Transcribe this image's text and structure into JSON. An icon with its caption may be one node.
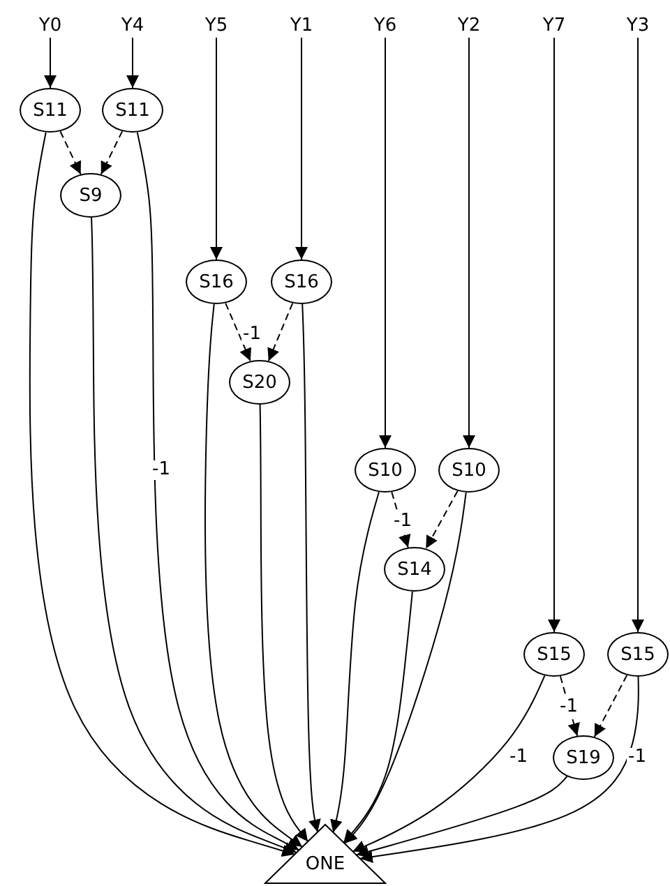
{
  "diagram": {
    "nodes": [
      {
        "text": [
          "Y0"
        ]
      },
      {
        "text": [
          "Y4"
        ]
      },
      {
        "text": [
          "Y5"
        ]
      },
      {
        "text": [
          "Y1"
        ]
      },
      {
        "text": [
          "Y6"
        ]
      },
      {
        "text": [
          "Y2"
        ]
      },
      {
        "text": [
          "Y7"
        ]
      },
      {
        "text": [
          "Y3"
        ]
      },
      {
        "text": [
          "S11"
        ]
      },
      {
        "text": [
          "S11"
        ]
      },
      {
        "text": [
          "S9"
        ]
      },
      {
        "text": [
          "S16"
        ]
      },
      {
        "text": [
          "S16"
        ]
      },
      {
        "text": [
          "S20"
        ]
      },
      {
        "text": [
          "S10"
        ]
      },
      {
        "text": [
          "S10"
        ]
      },
      {
        "text": [
          "S14"
        ]
      },
      {
        "text": [
          "S15"
        ]
      },
      {
        "text": [
          "S15"
        ]
      },
      {
        "text": [
          "S19"
        ]
      },
      {
        "text": [
          "ONE"
        ]
      }
    ],
    "edges": [
      {
        "from": 0,
        "to": 8,
        "arrow": "to"
      },
      {
        "from": 1,
        "to": 9,
        "arrow": "to"
      },
      {
        "from": 2,
        "to": 11,
        "arrow": "to"
      },
      {
        "from": 3,
        "to": 12,
        "arrow": "to"
      },
      {
        "from": 4,
        "to": 14,
        "arrow": "to"
      },
      {
        "from": 5,
        "to": 15,
        "arrow": "to"
      },
      {
        "from": 6,
        "to": 17,
        "arrow": "to"
      },
      {
        "from": 7,
        "to": 18,
        "arrow": "to"
      },
      {
        "from": 8,
        "to": 10,
        "arrow": "to",
        "style": "dashed"
      },
      {
        "from": 9,
        "to": 10,
        "arrow": "to",
        "style": "dashed"
      },
      {
        "from": 8,
        "to": 20,
        "arrow": "to"
      },
      {
        "from": 9,
        "to": 20,
        "arrow": "to",
        "label": "-1"
      },
      {
        "from": 10,
        "to": 20,
        "arrow": "to"
      },
      {
        "from": 11,
        "to": 13,
        "arrow": "to",
        "style": "dashed",
        "label": "-1"
      },
      {
        "from": 12,
        "to": 13,
        "arrow": "to",
        "style": "dashed"
      },
      {
        "from": 11,
        "to": 20,
        "arrow": "to"
      },
      {
        "from": 12,
        "to": 20,
        "arrow": "to"
      },
      {
        "from": 13,
        "to": 20,
        "arrow": "to"
      },
      {
        "from": 14,
        "to": 16,
        "arrow": "to",
        "style": "dashed",
        "label": "-1"
      },
      {
        "from": 15,
        "to": 16,
        "arrow": "to",
        "style": "dashed"
      },
      {
        "from": 14,
        "to": 20,
        "arrow": "to"
      },
      {
        "from": 15,
        "to": 20,
        "arrow": "to"
      },
      {
        "from": 16,
        "to": 20,
        "arrow": "to"
      },
      {
        "from": 17,
        "to": 19,
        "arrow": "to",
        "style": "dashed",
        "label": "-1"
      },
      {
        "from": 18,
        "to": 19,
        "arrow": "to",
        "style": "dashed"
      },
      {
        "from": 17,
        "to": 20,
        "arrow": "to",
        "label": "-1"
      },
      {
        "from": 18,
        "to": 20,
        "arrow": "to",
        "label": "-1"
      },
      {
        "from": 19,
        "to": 20,
        "arrow": "to"
      }
    ]
  }
}
